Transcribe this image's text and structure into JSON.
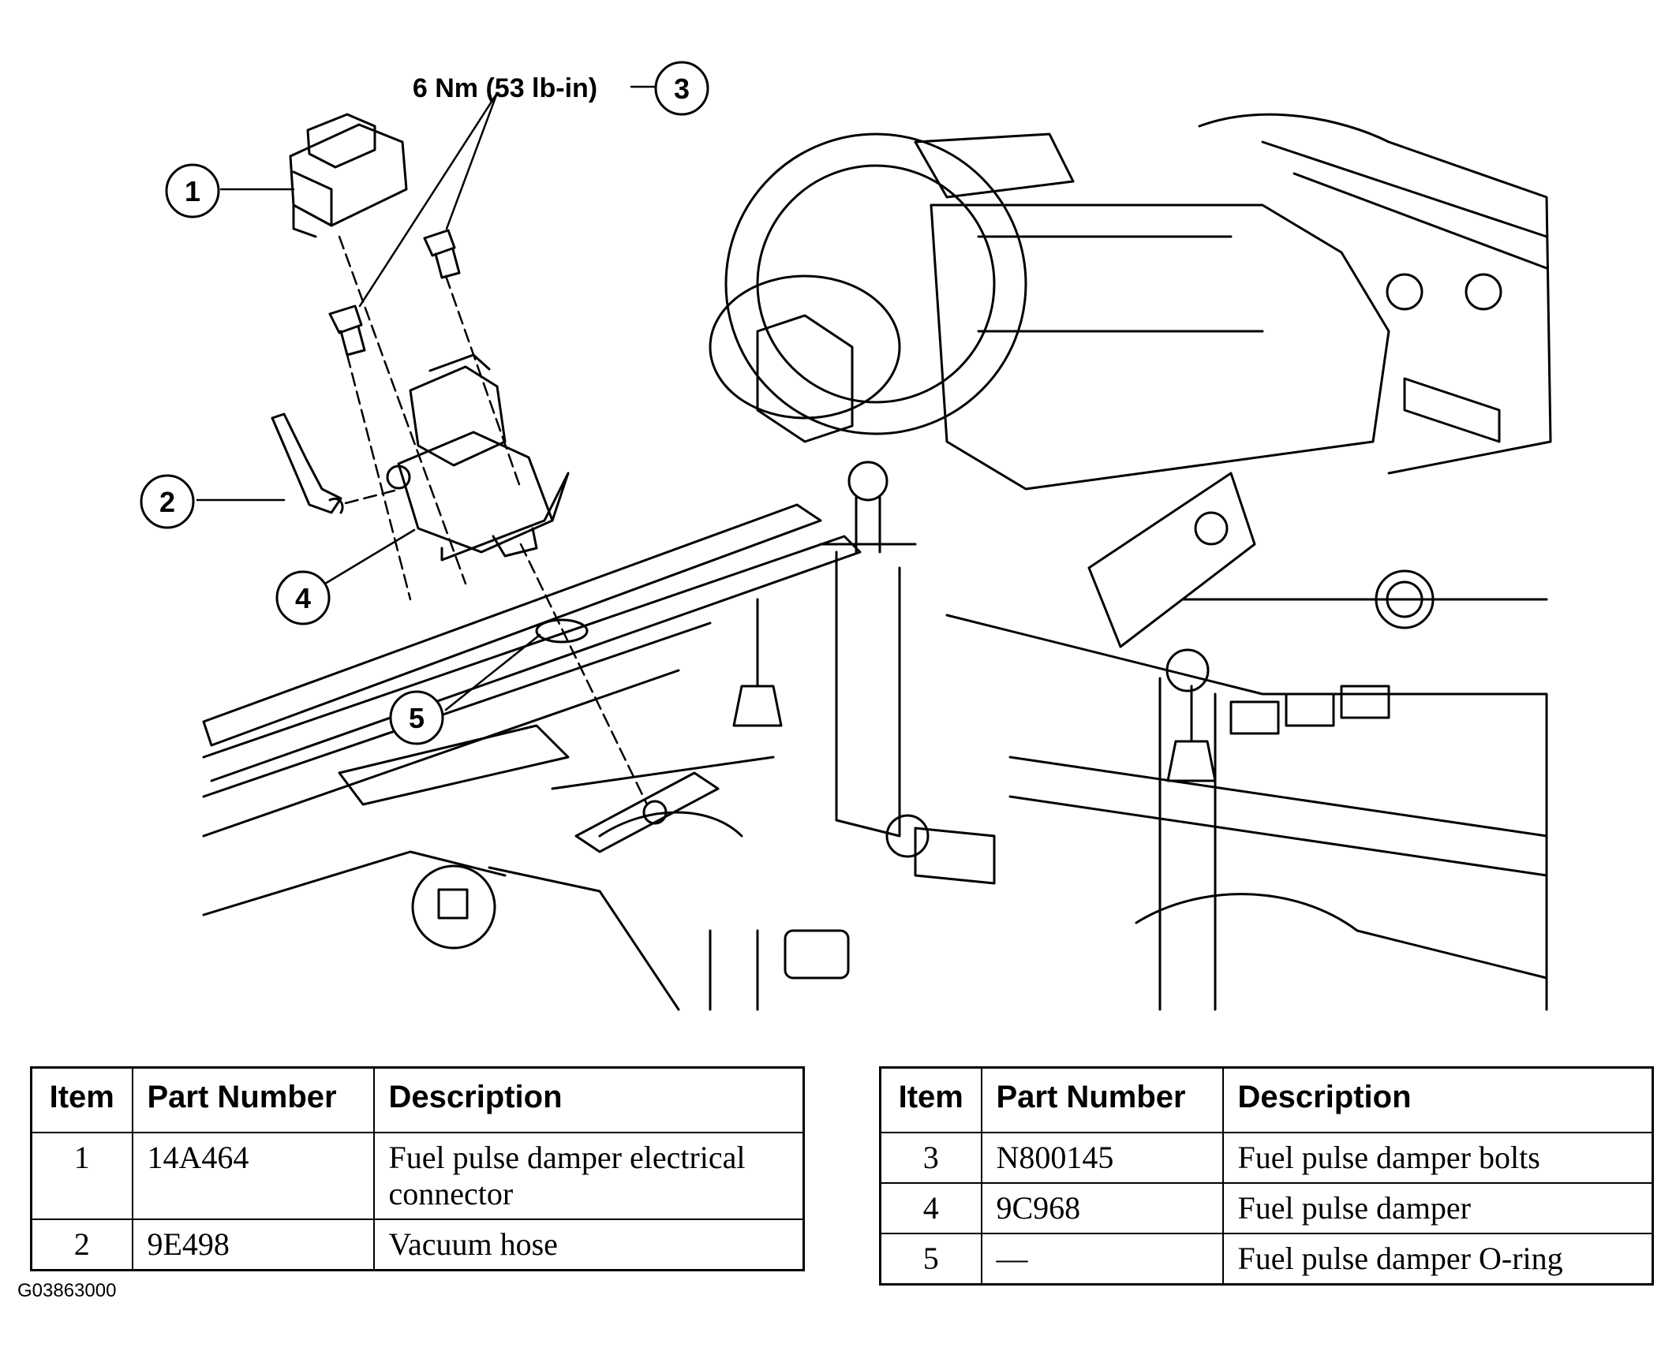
{
  "diagram": {
    "torque_label": "6 Nm (53 lb-in)",
    "callouts": [
      "1",
      "2",
      "3",
      "4",
      "5"
    ]
  },
  "tables": [
    {
      "headers": [
        "Item",
        "Part Number",
        "Description"
      ],
      "rows": [
        {
          "item": "1",
          "part_number": "14A464",
          "description": "Fuel pulse damper electrical connector"
        },
        {
          "item": "2",
          "part_number": "9E498",
          "description": "Vacuum hose"
        }
      ]
    },
    {
      "headers": [
        "Item",
        "Part Number",
        "Description"
      ],
      "rows": [
        {
          "item": "3",
          "part_number": "N800145",
          "description": "Fuel pulse damper bolts"
        },
        {
          "item": "4",
          "part_number": "9C968",
          "description": "Fuel pulse damper"
        },
        {
          "item": "5",
          "part_number": "—",
          "description": "Fuel pulse damper O-ring"
        }
      ]
    }
  ],
  "figure_code": "G03863000"
}
